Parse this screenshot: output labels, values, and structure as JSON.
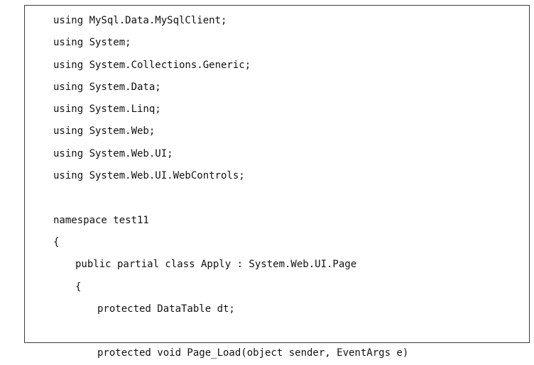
{
  "code": {
    "lines": [
      "using MySql.Data.MySqlClient;",
      "using System;",
      "using System.Collections.Generic;",
      "using System.Data;",
      "using System.Linq;",
      "using System.Web;",
      "using System.Web.UI;",
      "using System.Web.UI.WebControls;",
      "",
      "namespace test11",
      "{",
      "public partial class Apply : System.Web.UI.Page",
      "{",
      "protected DataTable dt;",
      "",
      "protected void Page_Load(object sender, EventArgs e)"
    ]
  }
}
